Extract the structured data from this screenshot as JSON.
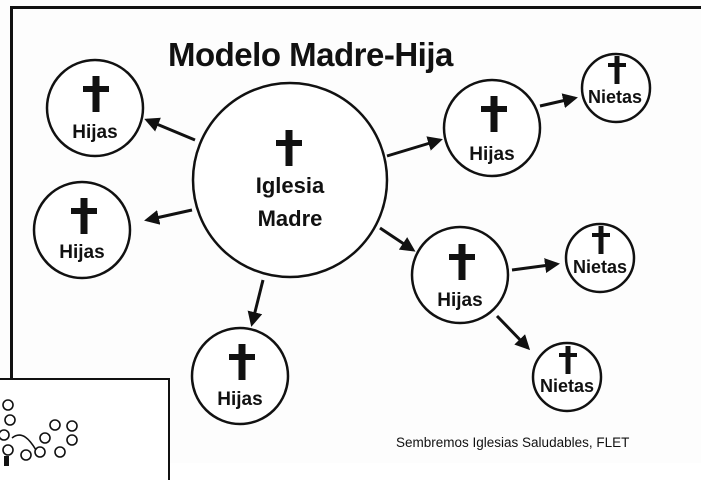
{
  "diagram": {
    "title": "Modelo Madre-Hija",
    "credit": "Sembremos Iglesias Saludables, FLET",
    "mother": {
      "line1": "Iglesia",
      "line2": "Madre"
    },
    "daughter_label": "Hijas",
    "granddaughter_label": "Nietas"
  }
}
